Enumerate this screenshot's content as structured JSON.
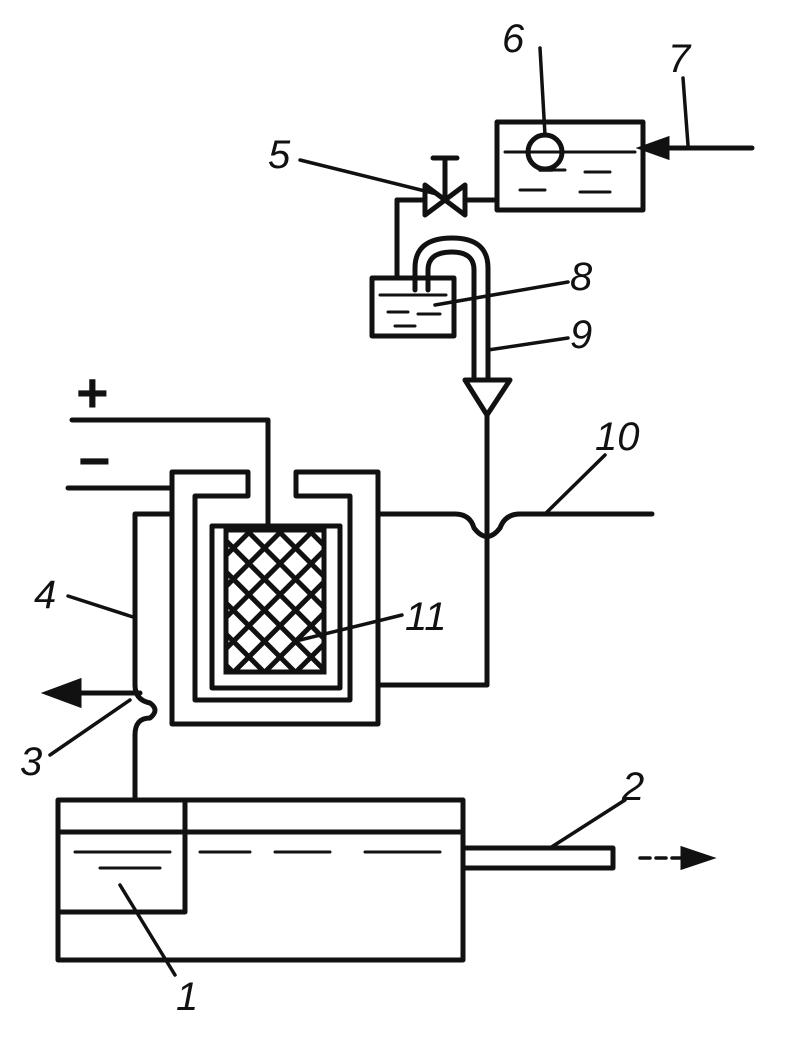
{
  "labels": {
    "l1": "1",
    "l2": "2",
    "l3": "3",
    "l4": "4",
    "l5": "5",
    "l6": "6",
    "l7": "7",
    "l8": "8",
    "l9": "9",
    "l10": "10",
    "l11": "11"
  },
  "terminals": {
    "positive": "+",
    "negative": "−"
  },
  "colors": {
    "ink": "#111111",
    "background": "#ffffff"
  }
}
